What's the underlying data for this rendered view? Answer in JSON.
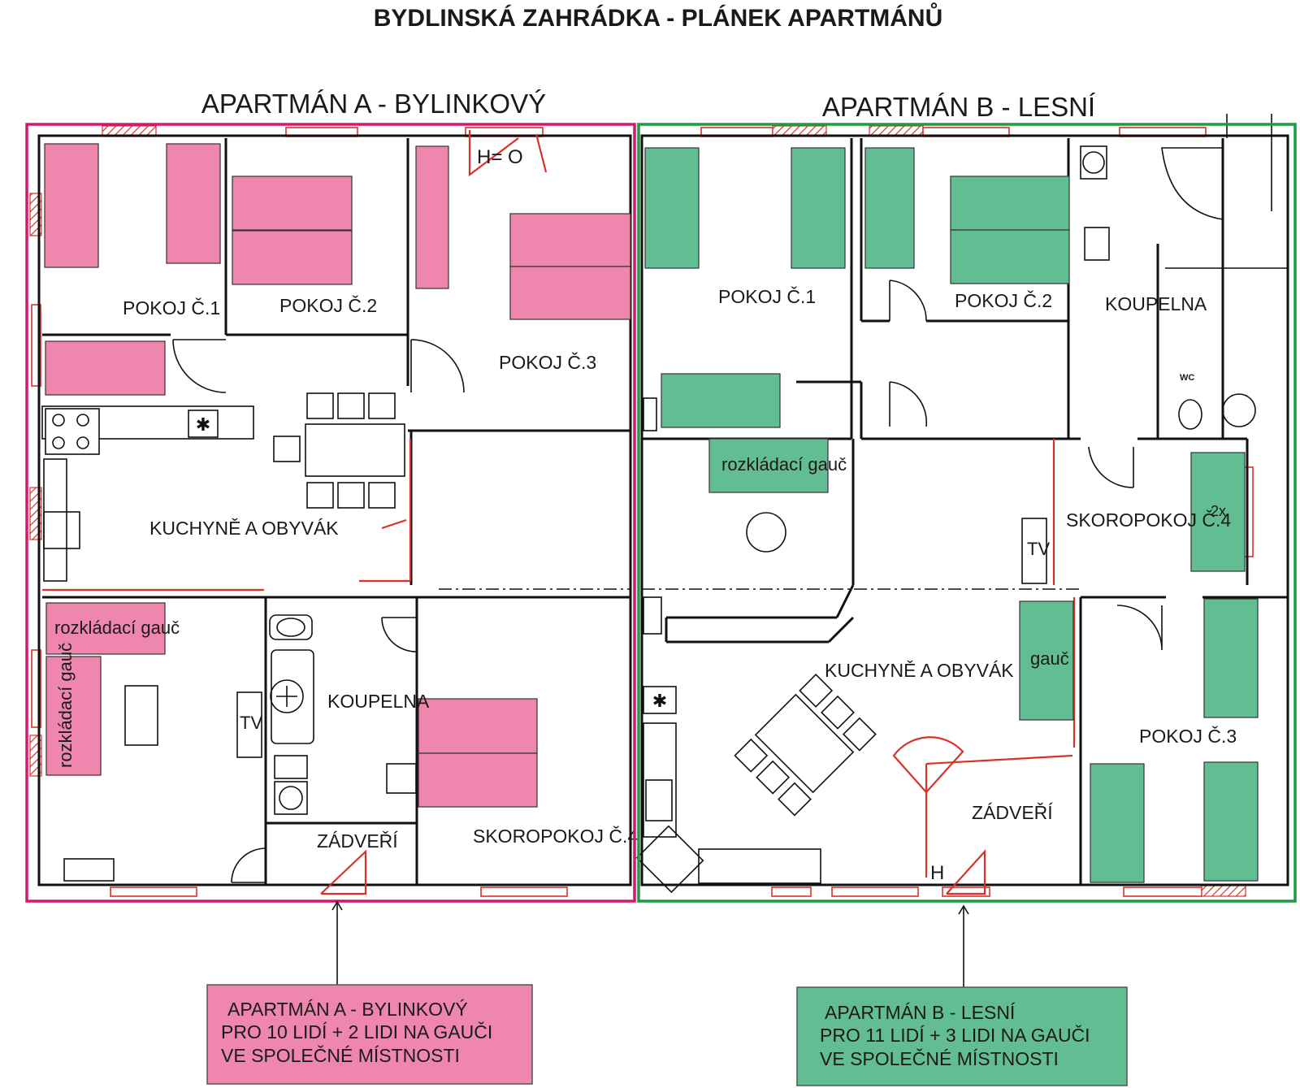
{
  "title": "BYDLINSKÁ ZAHRÁDKA - PLÁNEK APARTMÁNŮ",
  "colors": {
    "apartment_a": "#ee86ae",
    "apartment_a_border": "#d0186e",
    "apartment_b": "#63bd92",
    "apartment_b_border": "#1f9a45",
    "window_red": "#d8322a"
  },
  "apartment_a": {
    "heading": "APARTMÁN A - BYLINKOVÝ",
    "rooms": {
      "pokoj1": "POKOJ Č.1",
      "pokoj2": "POKOJ Č.2",
      "pokoj3": "POKOJ Č.3",
      "kitchen": "KUCHYNĚ A OBYVÁK",
      "bathroom": "KOUPELNA",
      "hall": "ZÁDVEŘÍ",
      "pokoj4": "SKOROPOKOJ Č.4"
    },
    "sofa1": "rozkládací gauč",
    "sofa2": "rozkládací gauč",
    "tv": "TV",
    "hc_label": "H= O",
    "info": {
      "line1": "APARTMÁN A - BYLINKOVÝ",
      "line2": "PRO 10 LIDÍ + 2 LIDI NA GAUČI",
      "line3": "VE SPOLEČNÉ MÍSTNOSTI"
    }
  },
  "apartment_b": {
    "heading": "APARTMÁN B - LESNÍ",
    "rooms": {
      "pokoj1": "POKOJ Č.1",
      "pokoj2": "POKOJ Č.2",
      "bathroom": "KOUPELNA",
      "pokoj4": "SKOROPOKOJ Č.4",
      "kitchen": "KUCHYNĚ A OBYVÁK",
      "hall": "ZÁDVEŘÍ",
      "pokoj3": "POKOJ Č.3"
    },
    "sofa": "rozkládací gauč",
    "couch": "gauč",
    "tv": "TV",
    "wc": "WC",
    "bed_count": "2x",
    "hc_label": "H",
    "info": {
      "line1": "APARTMÁN B - LESNÍ",
      "line2": "PRO 11 LIDÍ + 3 LIDI NA GAUČI",
      "line3": "VE SPOLEČNÉ MÍSTNOSTI"
    }
  }
}
